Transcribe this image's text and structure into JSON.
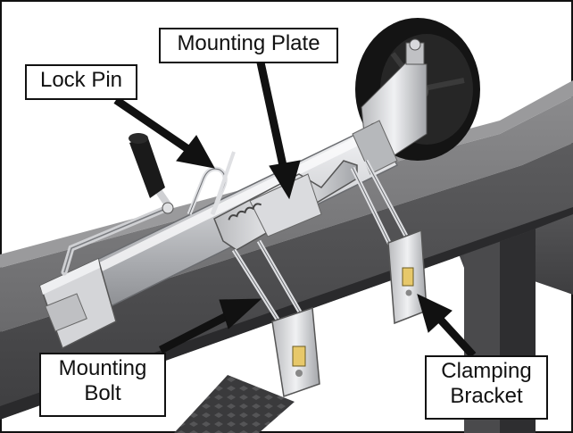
{
  "labels": {
    "lock_pin": "Lock Pin",
    "mounting_plate": "Mounting Plate",
    "mounting_bolt": [
      "Mounting",
      "Bolt"
    ],
    "clamping_bracket": [
      "Clamping",
      "Bracket"
    ]
  },
  "colors": {
    "frame_beam": "#5a5a5c",
    "frame_beam_dark": "#3c3c3e",
    "frame_beam_light": "#7a7a7c",
    "jack_tube": "#c9cacd",
    "jack_tube_highlight": "#eeeff1",
    "wheel": "#1a1a1a",
    "label_border": "#111111",
    "arrow": "#111111"
  }
}
